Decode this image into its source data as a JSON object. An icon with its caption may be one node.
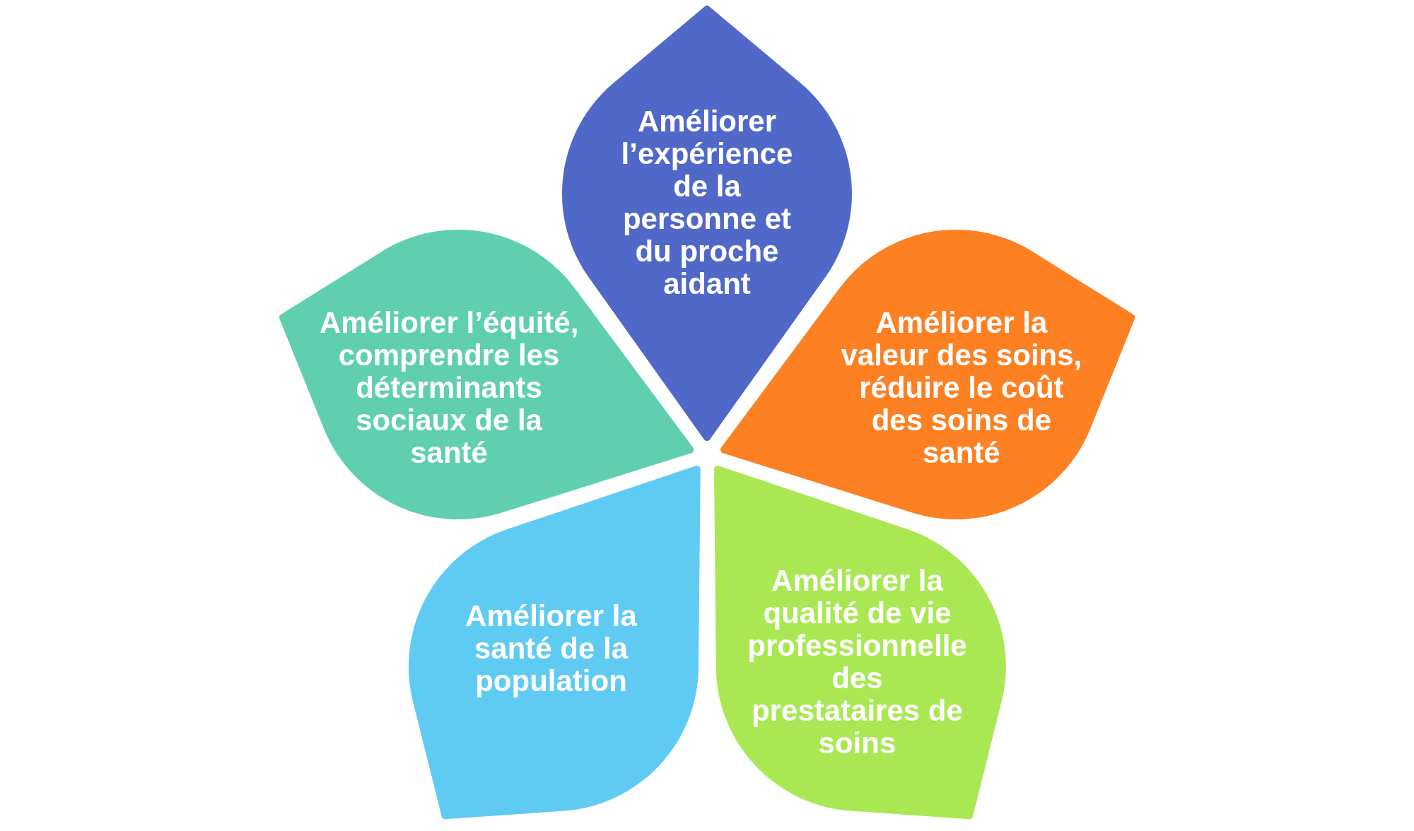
{
  "diagram": {
    "nodes": [
      {
        "text": [
          "Améliorer l’expérience de la personne et du proche aidant"
        ]
      },
      {
        "text": [
          "Améliorer la valeur des soins, réduire le coût des soins de santé"
        ]
      },
      {
        "text": [
          "Améliorer la qualité de vie professionnelle des prestataires de soins"
        ]
      },
      {
        "text": [
          "Améliorer la santé de la population"
        ]
      },
      {
        "text": [
          "Améliorer l’équité, comprendre les déterminants sociaux de la santé"
        ]
      }
    ]
  }
}
